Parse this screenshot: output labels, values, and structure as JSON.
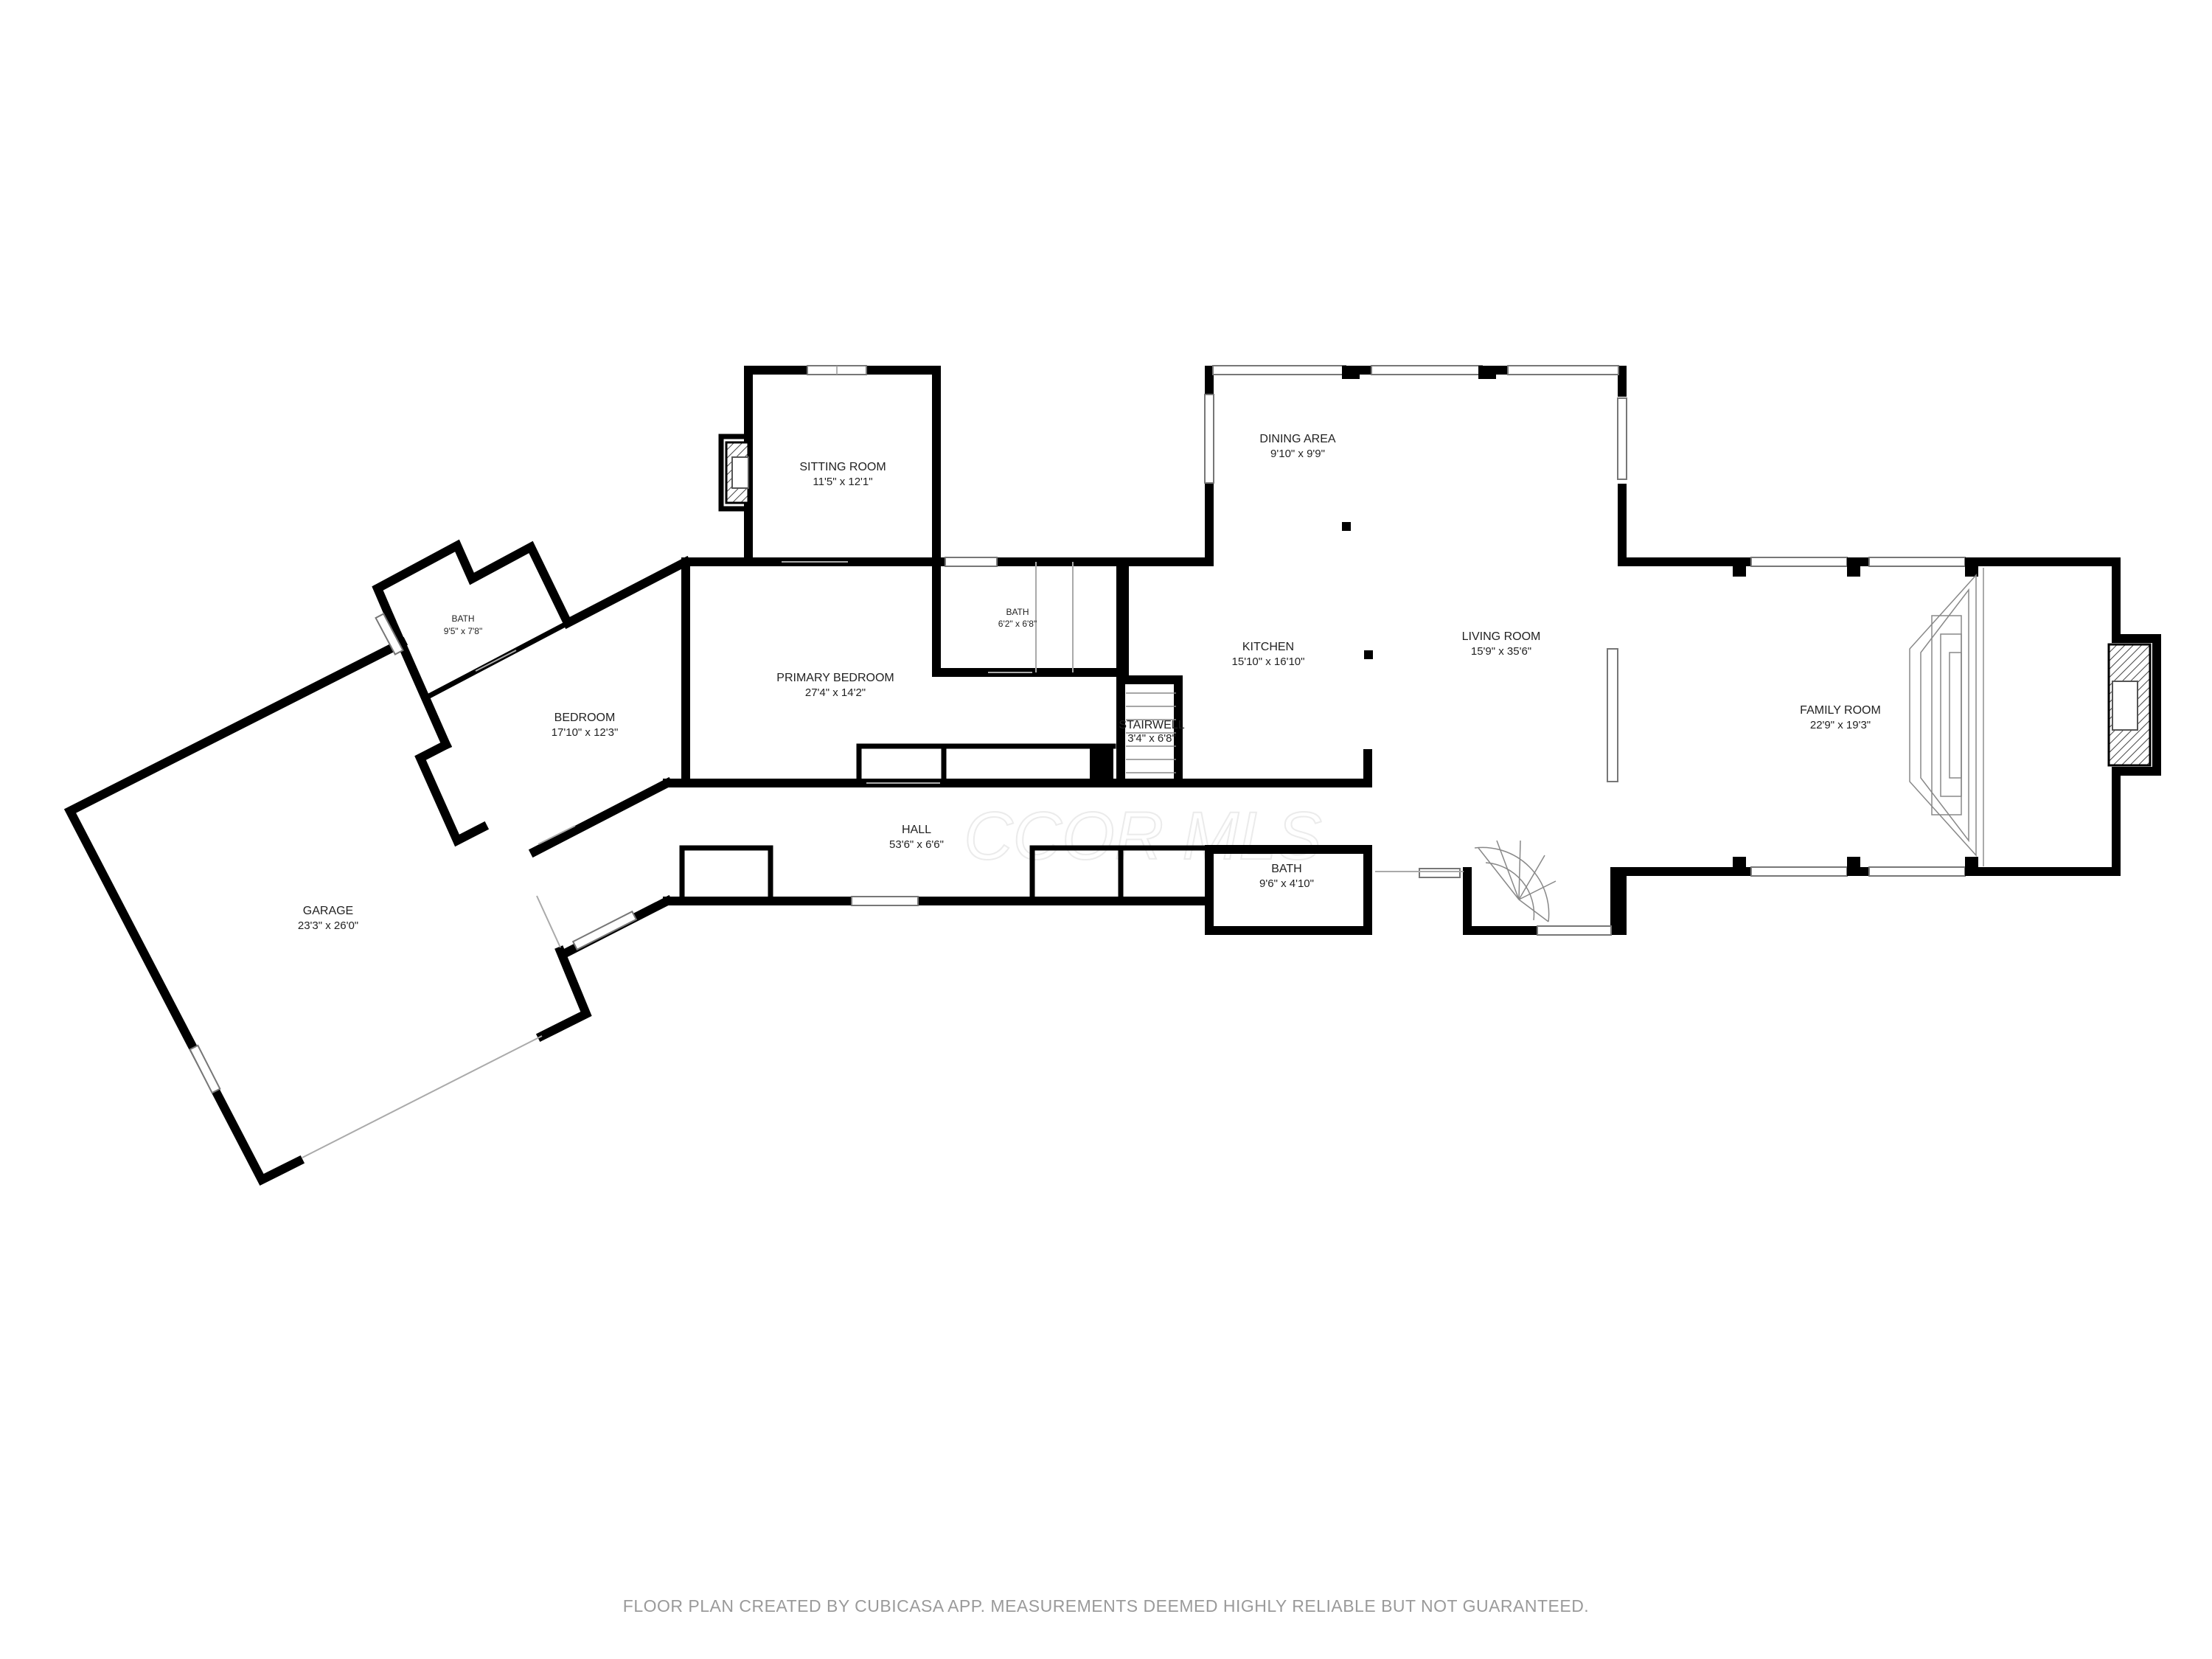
{
  "rooms": {
    "sitting_room": {
      "name": "SITTING ROOM",
      "dim": "11'5\" x 12'1\""
    },
    "dining_area": {
      "name": "DINING AREA",
      "dim": "9'10\" x 9'9\""
    },
    "bath_upper": {
      "name": "BATH",
      "dim": "6'2\" x 6'8\""
    },
    "kitchen": {
      "name": "KITCHEN",
      "dim": "15'10\" x 16'10\""
    },
    "living_room": {
      "name": "LIVING ROOM",
      "dim": "15'9\" x 35'6\""
    },
    "family_room": {
      "name": "FAMILY ROOM",
      "dim": "22'9\" x 19'3\""
    },
    "primary_bedroom": {
      "name": "PRIMARY BEDROOM",
      "dim": "27'4\" x 14'2\""
    },
    "stairwell": {
      "name": "STAIRWELL",
      "dim": "3'4\" x 6'8\""
    },
    "bath_left": {
      "name": "BATH",
      "dim": "9'5\" x 7'8\""
    },
    "bedroom": {
      "name": "BEDROOM",
      "dim": "17'10\" x 12'3\""
    },
    "hall": {
      "name": "HALL",
      "dim": "53'6\" x 6'6\""
    },
    "bath_lower": {
      "name": "BATH",
      "dim": "9'6\" x 4'10\""
    },
    "garage": {
      "name": "GARAGE",
      "dim": "23'3\" x 26'0\""
    }
  },
  "watermark": "CCOR MLS",
  "footer": "FLOOR PLAN CREATED BY CUBICASA APP. MEASUREMENTS DEEMED HIGHLY RELIABLE BUT NOT GUARANTEED."
}
